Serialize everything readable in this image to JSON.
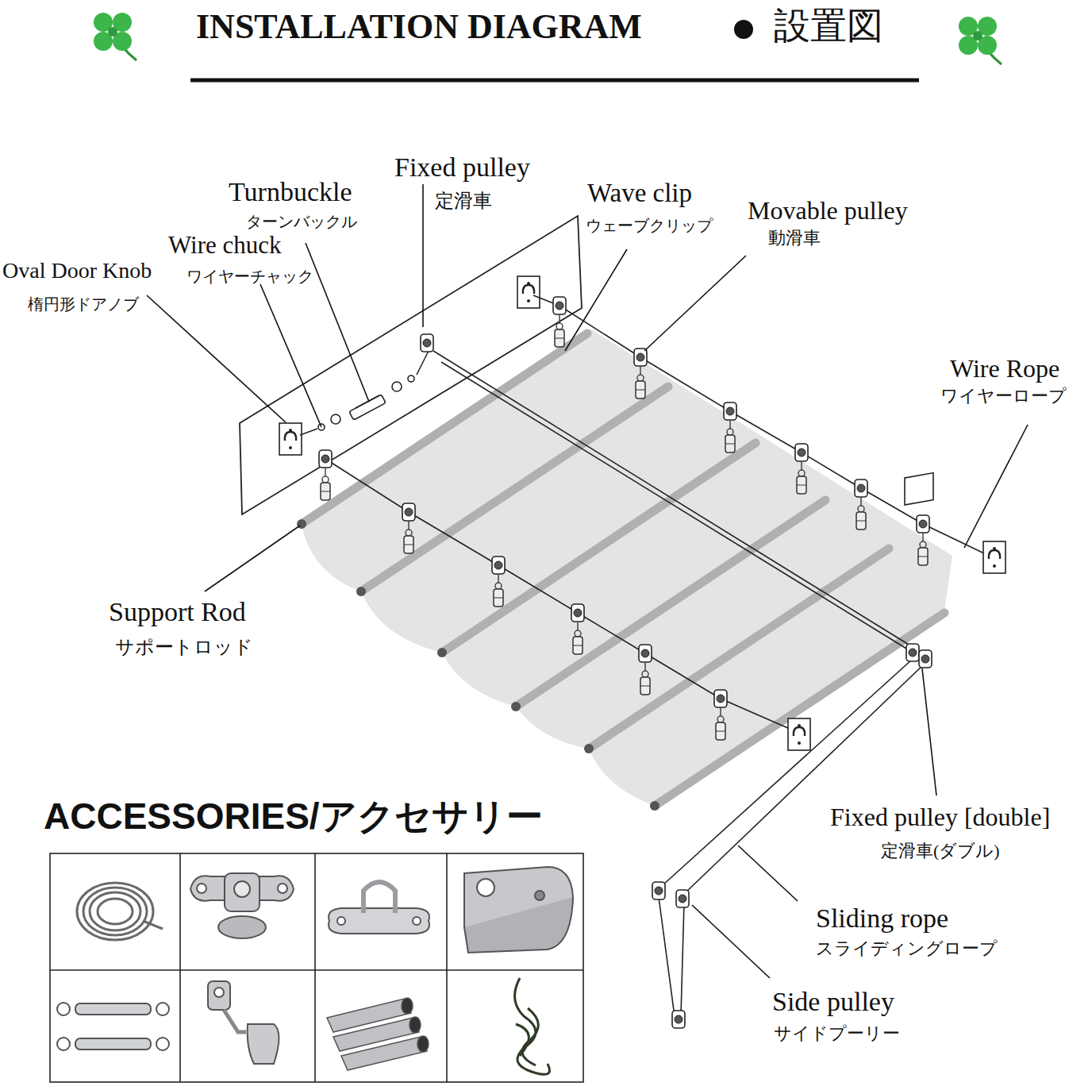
{
  "diagram": {
    "title": "INSTALLATION DIAGRAM",
    "labels": [
      "設置図",
      "Fixed pulley",
      "定滑車",
      "Turnbuckle",
      "ターンバックル",
      "Wave clip",
      "ウェーブクリップ",
      "Movable pulley",
      "動滑車",
      "Wire chuck",
      "ワイヤーチャック",
      "Oval Door Knob",
      "楕円形ドアノブ",
      "Wire Rope",
      "ワイヤーロープ",
      "Support Rod",
      "サポートロッド",
      "ACCESSORIES/アクセサリー",
      "Fixed pulley [double]",
      "定滑車(ダブル)",
      "Sliding rope",
      "スライディングロープ",
      "Side pulley",
      "サイドプーリー"
    ]
  }
}
